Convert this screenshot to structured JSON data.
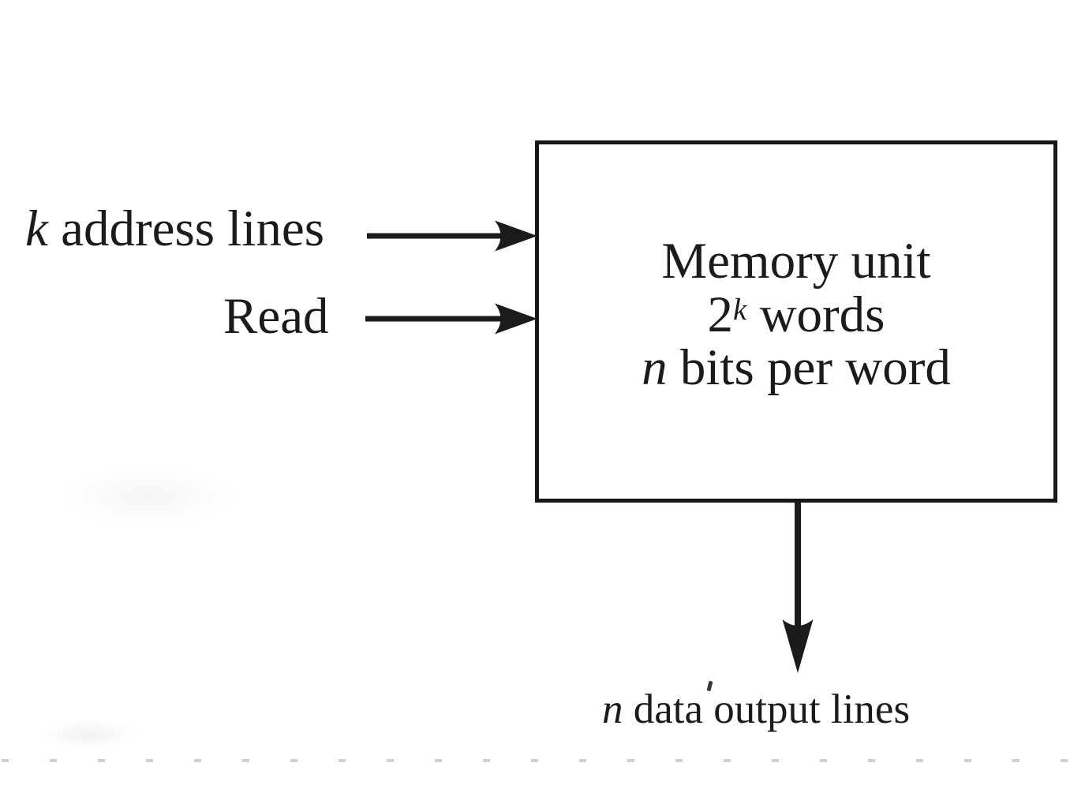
{
  "figure": {
    "box": {
      "line1": "Memory unit",
      "line2_base": "2",
      "line2_sup": "k",
      "line2_rest": " words",
      "line3_var": "n",
      "line3_rest": " bits per word"
    },
    "inputs": {
      "address_var": "k",
      "address_rest": " address lines",
      "read": "Read"
    },
    "output": {
      "var": "n",
      "rest": " data output lines"
    },
    "colors": {
      "ink": "#1b1b1b",
      "box_border": "#161616",
      "background": "#ffffff",
      "scan_artifact": "#c8c8c8"
    }
  }
}
